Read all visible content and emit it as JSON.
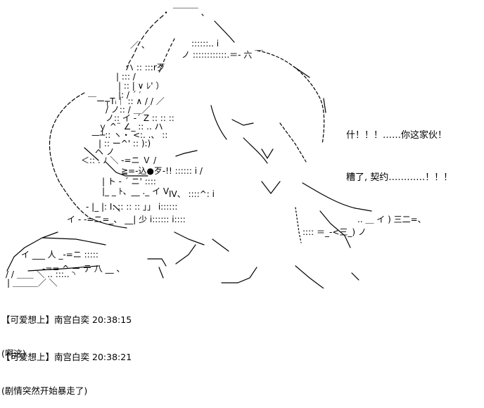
{
  "art": {
    "lines": [
      "・ ￣￣￣ 、",
      "／ 、",
      "::::::.. i",
      "ノ ::::::::::::.＝- 六 ￣",
      "ハ :: :::r歹",
      "| ::: /",
      "| :: |   ∨ ﾚ' ）",
      "|: /   ´  ′",
      "￣ー┬Tᵢ｜ ::  ∧  /    / ／",
      "/ ノ::  /  ＿／",
      "ノ::   イ -´  Z ::  ::  ::",
      "ｙ ^¨   ∠_ ::  ..  ハ",
      "—┴::  ヽ・ <:. .、 ::",
      "| ::  ー^'  ::  ):)",
      "ヘ  ノ",
      "＜::  .  ﾉ ＼  -=ニ  Ｖ  /",
      "≧=-込●歹-!!  ::::::  i  /",
      "| ト - ´  ニ'  ::::",
      "|_ _ ﾄ、__  ._ イ  V",
      "IV、 ::::^:   i",
      "-  |_ |: I: :: :: ::  」」  i::::::",
      "イ - -=ニ=_、 __|  少 i::::::  i::::",
      "..  ＿  イ  ) 三二=、",
      "::::  ＝_-<三_)  ノ",
      "イ  ___  人  _-=ニ  :::::",
      "-==  ^  ー テ  八 __  、",
      "/  / ＿＿  ＼  .. :::.. ◝",
      "| ＿＿＿／  ＼"
    ]
  },
  "speech": {
    "line1": "什！！！……你这家伙！",
    "line2": "糟了, 契约…………！！！"
  },
  "chat": {
    "messages": [
      {
        "name": "【可爱想上】南宫白奕",
        "time": "20:38:15",
        "text": "(啊这)"
      },
      {
        "name": "【可爱想上】南宫白奕",
        "time": "20:38:21",
        "text": "(剧情突然开始暴走了)"
      }
    ]
  }
}
